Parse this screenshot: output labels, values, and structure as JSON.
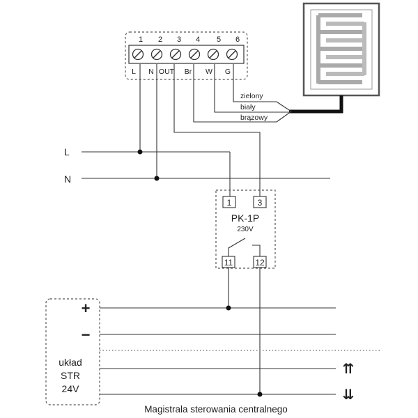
{
  "terminal_block": {
    "numbers": [
      "1",
      "2",
      "3",
      "4",
      "5",
      "6"
    ],
    "labels": [
      "L",
      "N",
      "OUT",
      "Br",
      "W",
      "G"
    ]
  },
  "sensor_wires": {
    "green": "zielony",
    "white": "biały",
    "brown": "brązowy"
  },
  "supply_lines": {
    "live": "L",
    "neutral": "N"
  },
  "relay": {
    "name": "PK-1P",
    "voltage": "230V",
    "pins": {
      "p1": "1",
      "p3": "3",
      "p11": "11",
      "p12": "12"
    }
  },
  "str_unit": {
    "plus": "+",
    "minus": "−",
    "line1": "układ",
    "line2": "STR",
    "line3": "24V"
  },
  "bus": {
    "up_arrows": "⇈",
    "down_arrows": "⇊",
    "caption": "Magistrala sterowania centralnego"
  },
  "colors": {
    "line": "#333333",
    "sensor_frame": "#555555",
    "sensor_grid": "#999999",
    "cable": "#111111",
    "dash": "#666666"
  }
}
